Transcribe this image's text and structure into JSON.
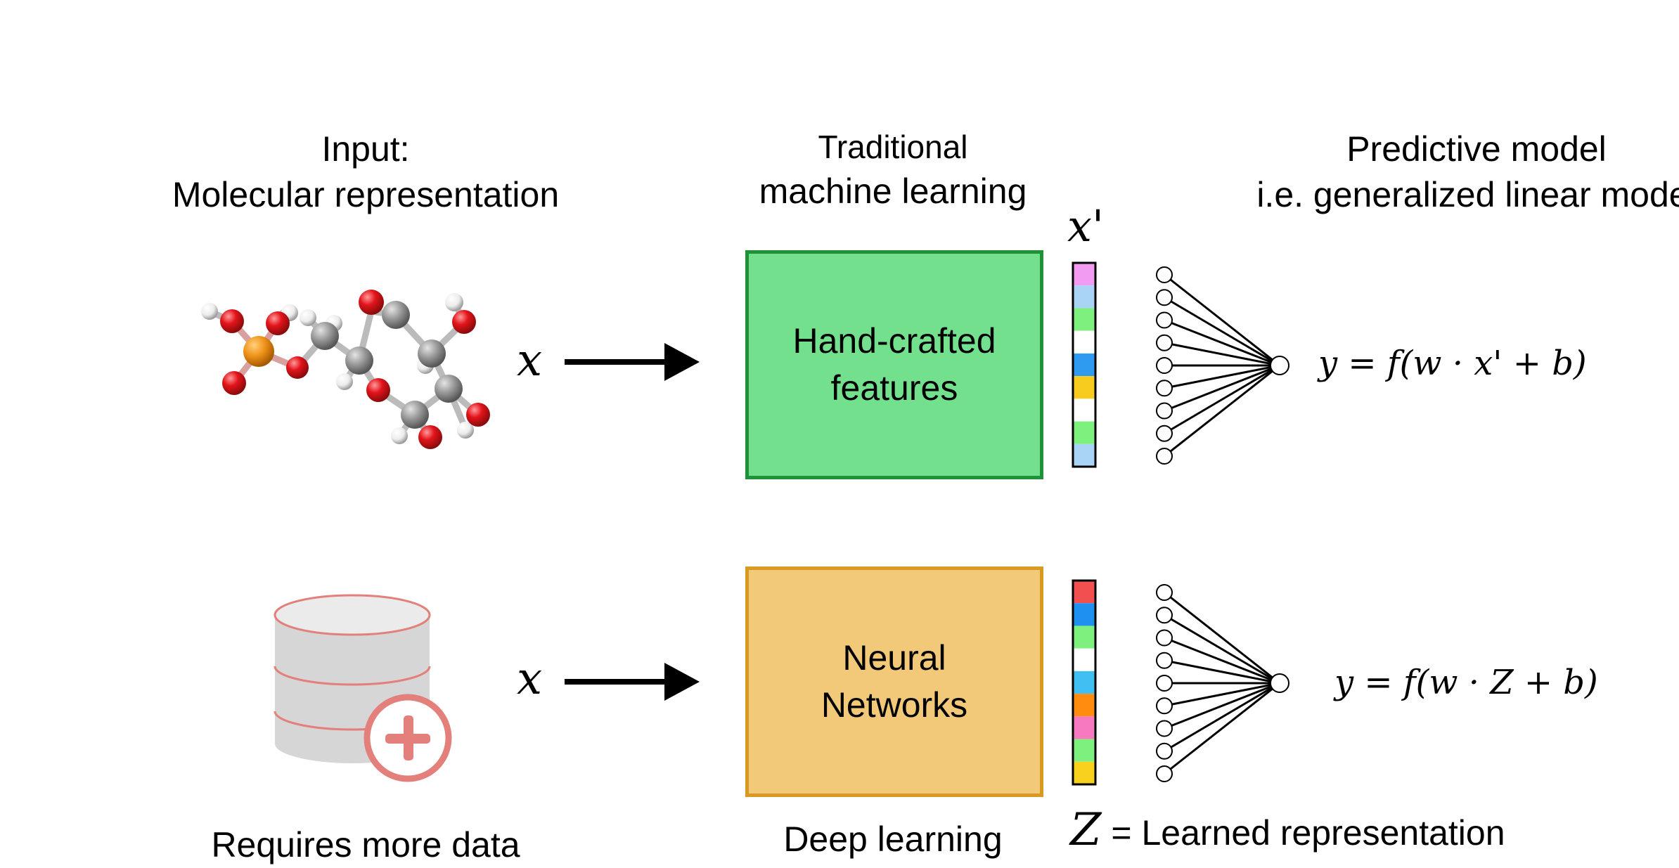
{
  "headers": {
    "input_line1": "Input:",
    "input_line2": "Molecular representation",
    "traditional_line1": "Traditional",
    "traditional_line2": "machine learning",
    "predictive_line1": "Predictive model",
    "predictive_line2": "i.e. generalized linear model"
  },
  "top_row": {
    "input_symbol": "x",
    "box_line1": "Hand-crafted",
    "box_line2": "features",
    "vector_label": "x'",
    "equation": "y = f(w · x' + b)",
    "vector_colors": [
      "#f29bf2",
      "#a9d4f5",
      "#7df07d",
      "#ffffff",
      "#2f9bf0",
      "#f7cc1e",
      "#ffffff",
      "#7df07d",
      "#a9d4f5"
    ]
  },
  "bottom_row": {
    "input_symbol": "x",
    "box_line1": "Neural",
    "box_line2": "Networks",
    "equation": "y = f(w · Z + b)",
    "vector_colors": [
      "#f25050",
      "#1e90f0",
      "#7df07d",
      "#ffffff",
      "#40bff2",
      "#ff8c0f",
      "#f77ac0",
      "#7df07d",
      "#f7d11e"
    ]
  },
  "footers": {
    "requires_more_data": "Requires more data",
    "deep_learning": "Deep learning",
    "z_symbol": "Z",
    "learned_representation": "= Learned representation"
  },
  "icons": [
    "molecule-icon",
    "database-add-icon"
  ]
}
